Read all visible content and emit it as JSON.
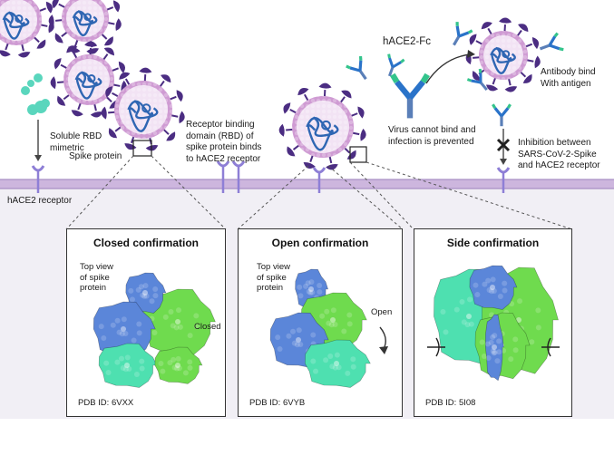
{
  "labels": {
    "soluble_rbd": "Soluble RBD\nmimetric",
    "spike_protein": "Spike protein",
    "hace2_receptor": "hACE2 receptor",
    "rbd_binding": "Receptor binding\ndomain (RBD) of\nspike protein binds\nto hACE2 receptor",
    "hace2_fc": "hACE2-Fc",
    "virus_cannot_bind": "Virus cannot bind and\ninfection is prevented",
    "antibody_bind": "Antibody bind\nWith antigen",
    "inhibition": "Inhibition between\nSARS-CoV-2-Spike\nand hACE2 receptor"
  },
  "panels": [
    {
      "title": "Closed confirmation",
      "top_view": "Top view\nof spike\nprotein",
      "side_label": "Closed",
      "pdb": "PDB ID: 6VXX"
    },
    {
      "title": "Open confirmation",
      "top_view": "Top view\nof spike\nprotein",
      "side_label": "Open",
      "pdb": "PDB ID: 6VYB"
    },
    {
      "title": "Side confirmation",
      "pdb": "PDB ID: 5I08"
    }
  ],
  "colors": {
    "membrane": "#c9b2dc",
    "cytoplasm": "#f1eff5",
    "virus_body": "#f2e3f4",
    "virus_ring": "#cf9bd3",
    "spike": "#4b2d82",
    "rna": "#2f66b3",
    "receptor": "#8e7fd6",
    "protein_blue": "#5b86d9",
    "protein_green": "#6fdb4e",
    "protein_teal": "#4ee0b0"
  }
}
